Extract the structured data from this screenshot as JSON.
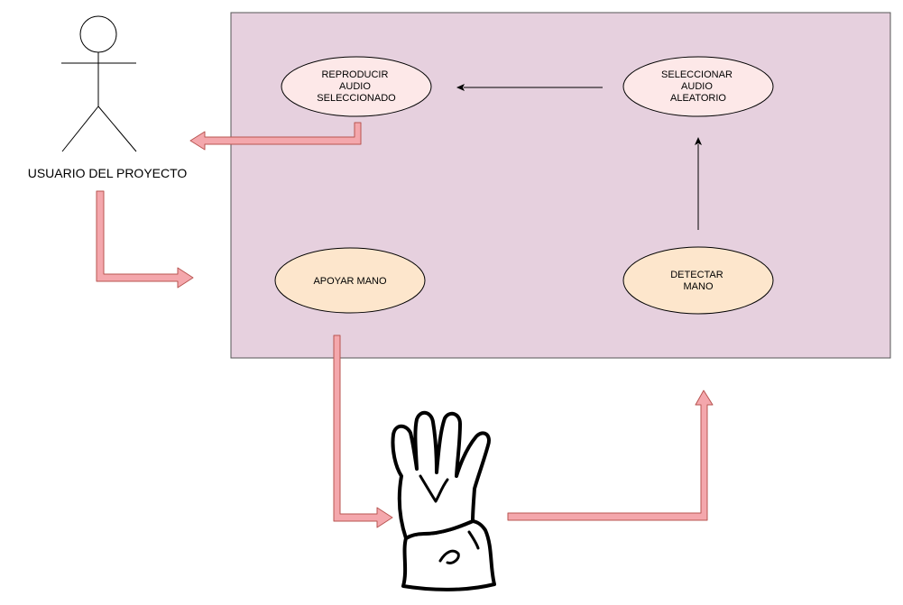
{
  "actor": {
    "label": "USUARIO DEL PROYECTO"
  },
  "use_cases": {
    "reproducir": {
      "lines": [
        "REPRODUCIR",
        "AUDIO",
        "SELECCIONADO"
      ]
    },
    "seleccionar": {
      "lines": [
        "SELECCIONAR",
        "AUDIO",
        "ALEATORIO"
      ]
    },
    "apoyar": {
      "lines": [
        "APOYAR MANO"
      ]
    },
    "detectar": {
      "lines": [
        "DETECTAR",
        "MANO"
      ]
    }
  },
  "colors": {
    "system_fill": "#e6d0de",
    "system_stroke": "#555555",
    "pink_ellipse_fill": "#fde8e8",
    "peach_ellipse_fill": "#fde6cc",
    "ellipse_stroke": "#000000",
    "flow_arrow_fill": "#f4a7ac",
    "flow_arrow_stroke": "#b85450",
    "thin_arrow": "#000000",
    "text": "#000000"
  }
}
